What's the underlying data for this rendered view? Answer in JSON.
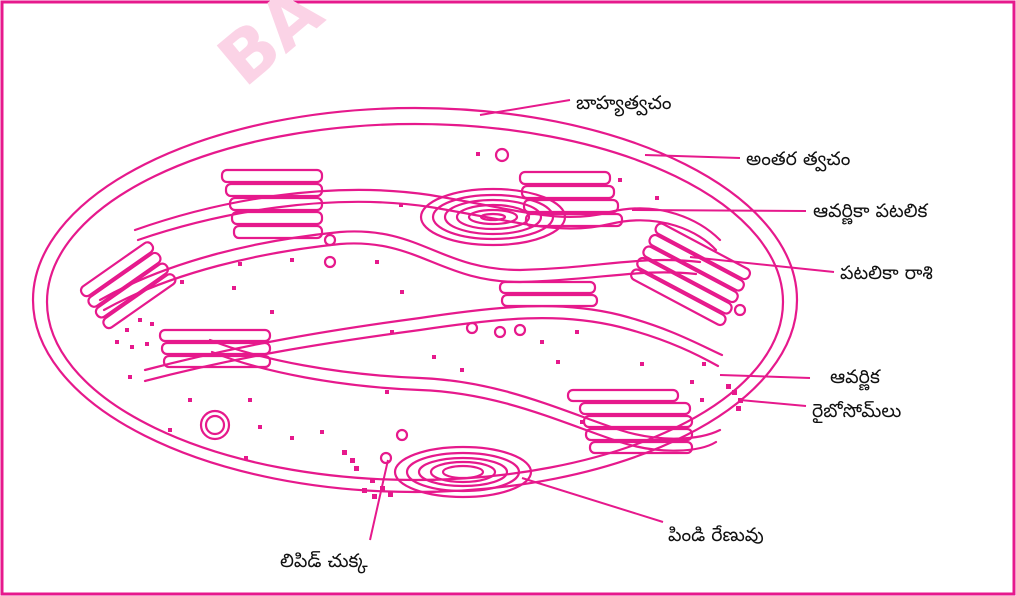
{
  "watermark": "BA",
  "labels": {
    "outer_membrane": "బాహ్యత్వచం",
    "inner_membrane": "అంతర త్వచం",
    "stroma_lamella": "ఆవర్ణికా పటలిక",
    "granum": "పటలికా రాశి",
    "stroma": "ఆవర్ణిక",
    "ribosomes": "రైబోసోమ్‌లు",
    "starch_grain": "పిండి రేణువు",
    "lipid_droplet": "లిపిడ్ చుక్క"
  },
  "colors": {
    "accent": "#e6198c",
    "watermark": "#fbd3e6",
    "text": "#111111"
  }
}
